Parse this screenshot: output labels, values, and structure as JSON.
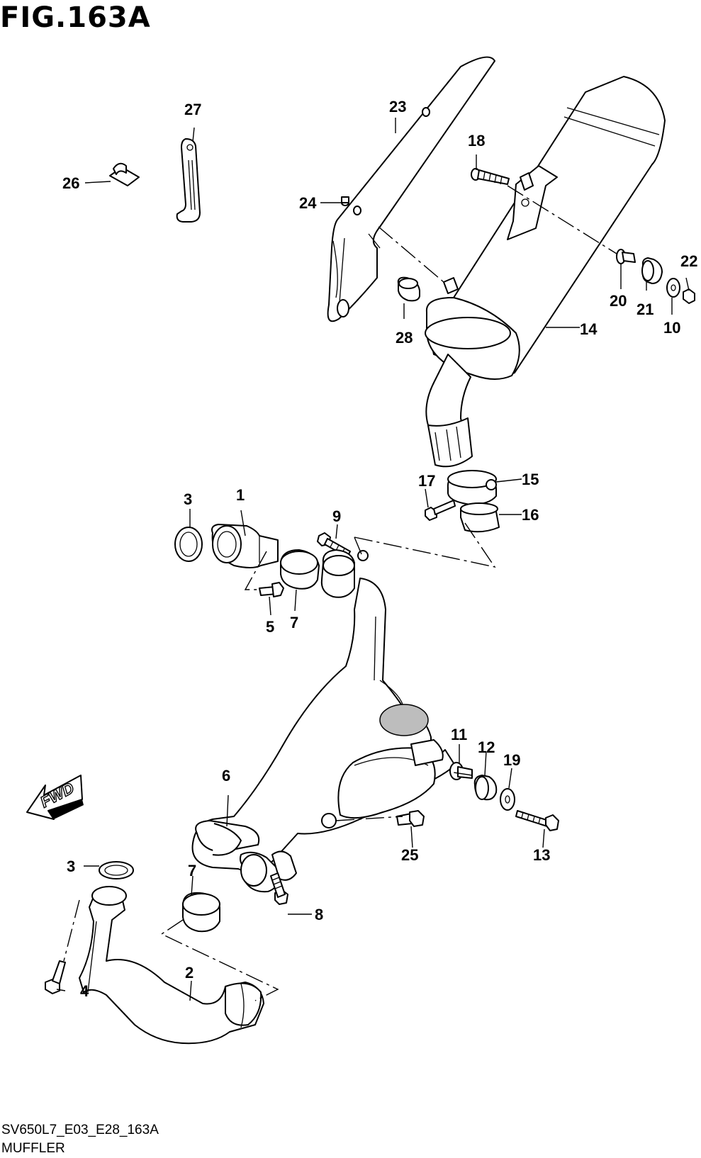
{
  "figure": {
    "title": "FIG.163A",
    "code": "SV650L7_E03_E28_163A",
    "name": "MUFFLER"
  },
  "direction_arrow": {
    "label": "FWD"
  },
  "callouts": [
    {
      "id": "c1",
      "number": "1"
    },
    {
      "id": "c2",
      "number": "2"
    },
    {
      "id": "c3a",
      "number": "3"
    },
    {
      "id": "c3b",
      "number": "3"
    },
    {
      "id": "c4",
      "number": "4"
    },
    {
      "id": "c5",
      "number": "5"
    },
    {
      "id": "c6",
      "number": "6"
    },
    {
      "id": "c7a",
      "number": "7"
    },
    {
      "id": "c7b",
      "number": "7"
    },
    {
      "id": "c8",
      "number": "8"
    },
    {
      "id": "c9",
      "number": "9"
    },
    {
      "id": "c10",
      "number": "10"
    },
    {
      "id": "c11",
      "number": "11"
    },
    {
      "id": "c12",
      "number": "12"
    },
    {
      "id": "c13",
      "number": "13"
    },
    {
      "id": "c14",
      "number": "14"
    },
    {
      "id": "c15",
      "number": "15"
    },
    {
      "id": "c16",
      "number": "16"
    },
    {
      "id": "c17",
      "number": "17"
    },
    {
      "id": "c18",
      "number": "18"
    },
    {
      "id": "c19",
      "number": "19"
    },
    {
      "id": "c20",
      "number": "20"
    },
    {
      "id": "c21",
      "number": "21"
    },
    {
      "id": "c22",
      "number": "22"
    },
    {
      "id": "c23",
      "number": "23"
    },
    {
      "id": "c24",
      "number": "24"
    },
    {
      "id": "c25",
      "number": "25"
    },
    {
      "id": "c26",
      "number": "26"
    },
    {
      "id": "c27",
      "number": "27"
    },
    {
      "id": "c28",
      "number": "28"
    }
  ]
}
